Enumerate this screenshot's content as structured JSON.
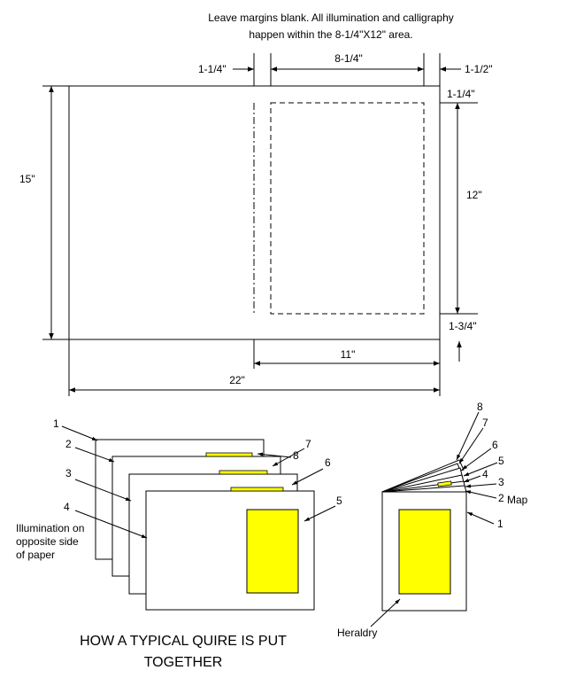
{
  "note": {
    "line1": "Leave margins blank.  All illumination and calligraphy",
    "line2": "happen within the 8-1/4\"X12\" area."
  },
  "dimensions": {
    "left_margin": "1-1/4\"",
    "text_width": "8-1/4\"",
    "right_margin": "1-1/2\"",
    "top_margin": "1-1/4\"",
    "sheet_height": "15\"",
    "text_height": "12\"",
    "bottom_margin": "1-3/4\"",
    "half_width": "11\"",
    "sheet_width": "22\""
  },
  "quire": {
    "sheet_numbers": [
      "1",
      "2",
      "3",
      "4",
      "5",
      "6",
      "7",
      "8"
    ],
    "illumination_note": [
      "Illumination on",
      "opposite side",
      "of paper"
    ],
    "map_label": "Map",
    "heraldry_label": "Heraldry",
    "highlight_color": "#ffff00"
  },
  "title": {
    "line1": "HOW A TYPICAL QUIRE IS PUT",
    "line2": "TOGETHER"
  }
}
